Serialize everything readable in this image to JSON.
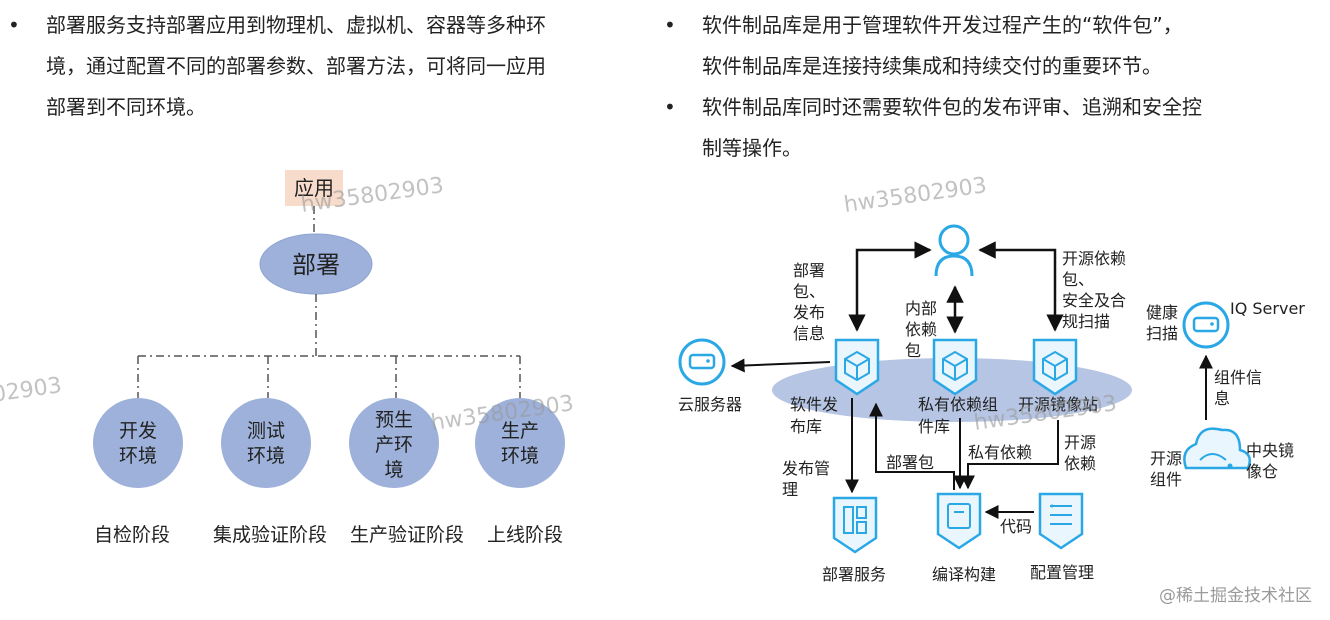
{
  "left_panel": {
    "bullet_char": "•",
    "bullet_lines": [
      "部署服务支持部署应用到物理机、虚拟机、容器等多种环",
      "境，通过配置不同的部署参数、部署方法，可将同一应用",
      "部署到不同环境。"
    ],
    "tree": {
      "app_label": "应用",
      "deploy_label": "部署",
      "environments": [
        {
          "lines": [
            "开发",
            "环境"
          ],
          "stage": "自检阶段"
        },
        {
          "lines": [
            "测试",
            "环境"
          ],
          "stage": "集成验证阶段"
        },
        {
          "lines": [
            "预生",
            "产环",
            "境"
          ],
          "stage": "生产验证阶段"
        },
        {
          "lines": [
            "生产",
            "环境"
          ],
          "stage": "上线阶段"
        }
      ]
    }
  },
  "right_panel": {
    "bullet_char": "•",
    "bullets": [
      [
        "软件制品库是用于管理软件开发过程产生的“软件包”，",
        "软件制品库是连接持续集成和持续交付的重要环节。"
      ],
      [
        "软件制品库同时还需要软件包的发布评审、追溯和安全控",
        "制等操作。"
      ]
    ],
    "diagram": {
      "user_icon": "user-icon",
      "labels": {
        "deploy_pkg_info": [
          "部署",
          "包、",
          "发布",
          "信息"
        ],
        "internal_dep_pkg": [
          "内部",
          "依赖",
          "包"
        ],
        "oss_dep_scan": [
          "开源依赖",
          "包、",
          "安全及合",
          "规扫描"
        ],
        "health_scan": [
          "健康",
          "扫描"
        ],
        "iq_server": "IQ Server",
        "cloud_server": "云服务器",
        "artifact_repo": [
          "软件发",
          "布库"
        ],
        "private_dep_repo": [
          "私有依赖组",
          "件库"
        ],
        "oss_mirror": "开源镜像站",
        "component_info": [
          "组件信",
          "息"
        ],
        "deploy_pkg": "部署包",
        "private_dep": "私有依赖",
        "oss_dep": [
          "开源",
          "依赖"
        ],
        "release_mgmt": [
          "发布管",
          "理"
        ],
        "oss_component": [
          "开源",
          "组件"
        ],
        "central_mirror": [
          "中央镜",
          "像仓"
        ],
        "code": "代码",
        "deploy_service": "部署服务",
        "build": "编译构建",
        "config_mgmt": "配置管理"
      }
    }
  },
  "watermark": "hw35802903",
  "site_mark": "@稀土掘金技术社区",
  "colors": {
    "ellipse_fill": "#9db1da",
    "ellipse_stroke": "#7f95c9",
    "app_box": "#f7dccb",
    "icon_blue": "#2aa8e6",
    "connector": "#555555",
    "arrow": "#111111"
  }
}
